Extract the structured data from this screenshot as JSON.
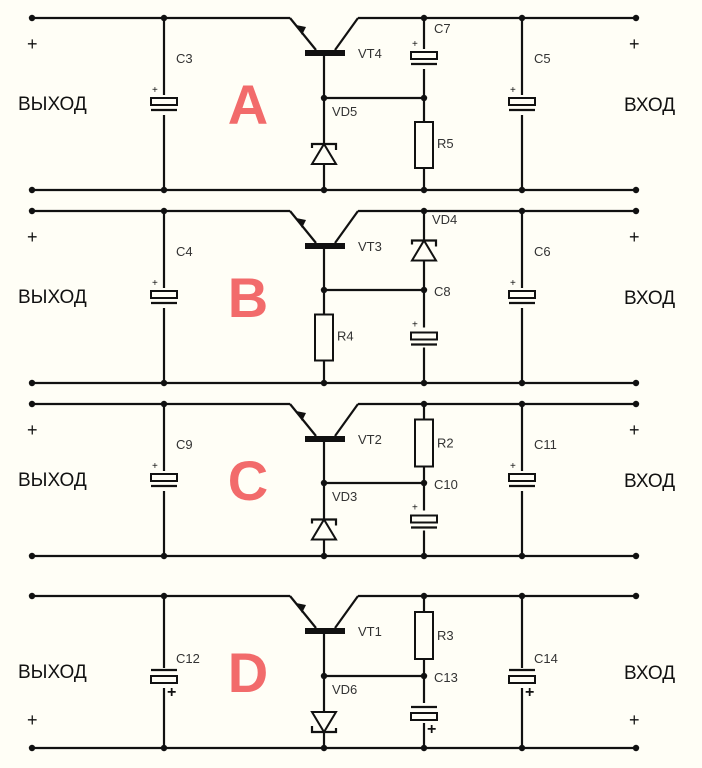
{
  "title": "Transistor ripple filter circuit variants",
  "colors": {
    "background": "#fffef6",
    "wire": "#111111",
    "panel_letter": "#f26b6b"
  },
  "labels": {
    "output": "ВЫХОД",
    "input": "ВХОД",
    "plus": "+"
  },
  "panels": [
    {
      "letter": "A",
      "output_cap": "C3",
      "transistor": "VT4",
      "input_cap": "C5",
      "base_lower": {
        "type": "zener",
        "label": "VD5"
      },
      "right_upper": {
        "type": "capacitor",
        "label": "C7"
      },
      "right_lower": {
        "type": "resistor",
        "label": "R5"
      },
      "cap_polarity": "top-positive",
      "plus_position": "top"
    },
    {
      "letter": "B",
      "output_cap": "C4",
      "transistor": "VT3",
      "input_cap": "C6",
      "base_lower": {
        "type": "resistor",
        "label": "R4"
      },
      "right_upper": {
        "type": "zener",
        "label": "VD4"
      },
      "right_lower": {
        "type": "capacitor",
        "label": "C8"
      },
      "cap_polarity": "top-positive",
      "plus_position": "top"
    },
    {
      "letter": "C",
      "output_cap": "C9",
      "transistor": "VT2",
      "input_cap": "C11",
      "base_lower": {
        "type": "zener",
        "label": "VD3"
      },
      "right_upper": {
        "type": "resistor",
        "label": "R2"
      },
      "right_lower": {
        "type": "capacitor",
        "label": "C10"
      },
      "cap_polarity": "top-positive",
      "plus_position": "top"
    },
    {
      "letter": "D",
      "output_cap": "C12",
      "transistor": "VT1",
      "input_cap": "C14",
      "base_lower": {
        "type": "zener-inverted",
        "label": "VD6"
      },
      "right_upper": {
        "type": "resistor",
        "label": "R3"
      },
      "right_lower": {
        "type": "capacitor",
        "label": "C13"
      },
      "cap_polarity": "bottom-positive",
      "plus_position": "bottom"
    }
  ]
}
